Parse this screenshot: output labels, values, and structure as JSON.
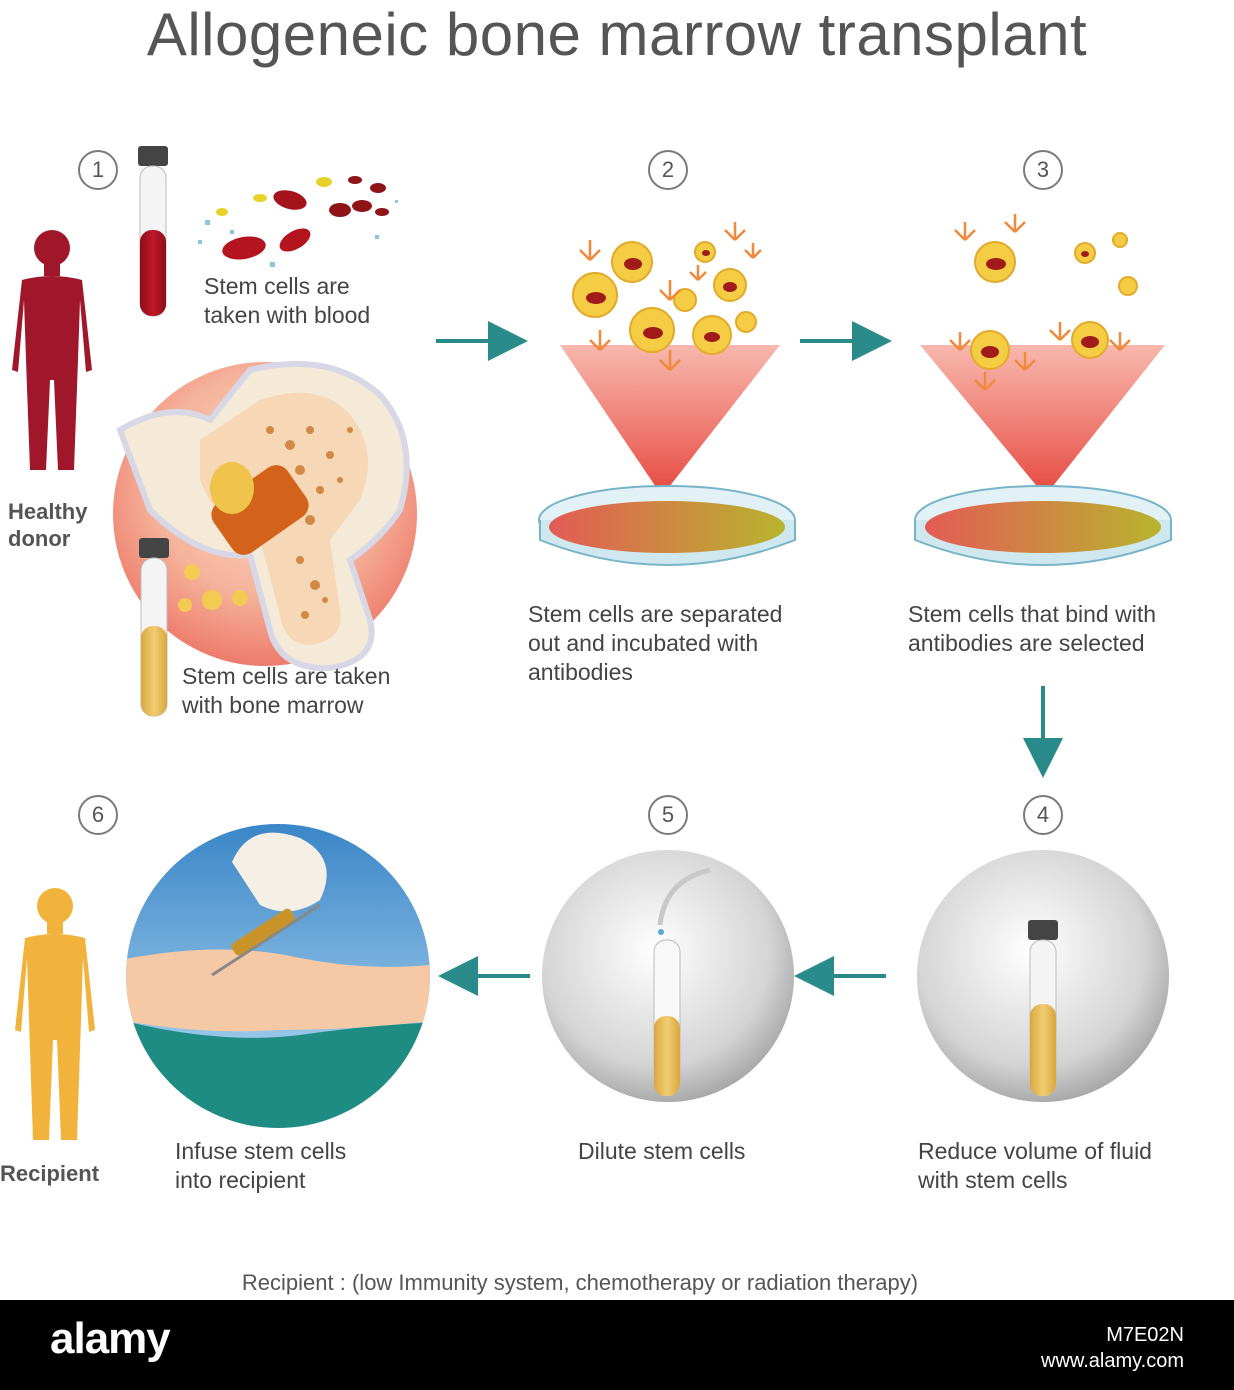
{
  "title": "Allogeneic bone marrow transplant",
  "steps": {
    "s1": {
      "number": "1",
      "caption_blood_1": "Stem cells are",
      "caption_blood_2": "taken with blood",
      "caption_marrow_1": "Stem cells are taken",
      "caption_marrow_2": "with bone marrow"
    },
    "s2": {
      "number": "2",
      "line1": "Stem cells are separated",
      "line2": "out and incubated with",
      "line3": "antibodies"
    },
    "s3": {
      "number": "3",
      "line1": "Stem cells that bind with",
      "line2": "antibodies are selected"
    },
    "s4": {
      "number": "4",
      "line1": "Reduce volume of fluid",
      "line2": "with stem cells"
    },
    "s5": {
      "number": "5",
      "line1": "Dilute stem cells"
    },
    "s6": {
      "number": "6",
      "line1": "Infuse stem cells",
      "line2": "into recipient"
    }
  },
  "donor": {
    "line1": "Healthy",
    "line2": "donor"
  },
  "recipient": {
    "label": "Recipient"
  },
  "note": "Recipient : (low Immunity system, chemotherapy or radiation therapy)",
  "footer": {
    "brand": "alamy",
    "image_id": "M7E02N",
    "url": "www.alamy.com"
  },
  "colors": {
    "arrow": "#2a8a8a",
    "donor": "#a0162a",
    "recipient": "#f2b33d",
    "accent": "#e5554a"
  }
}
